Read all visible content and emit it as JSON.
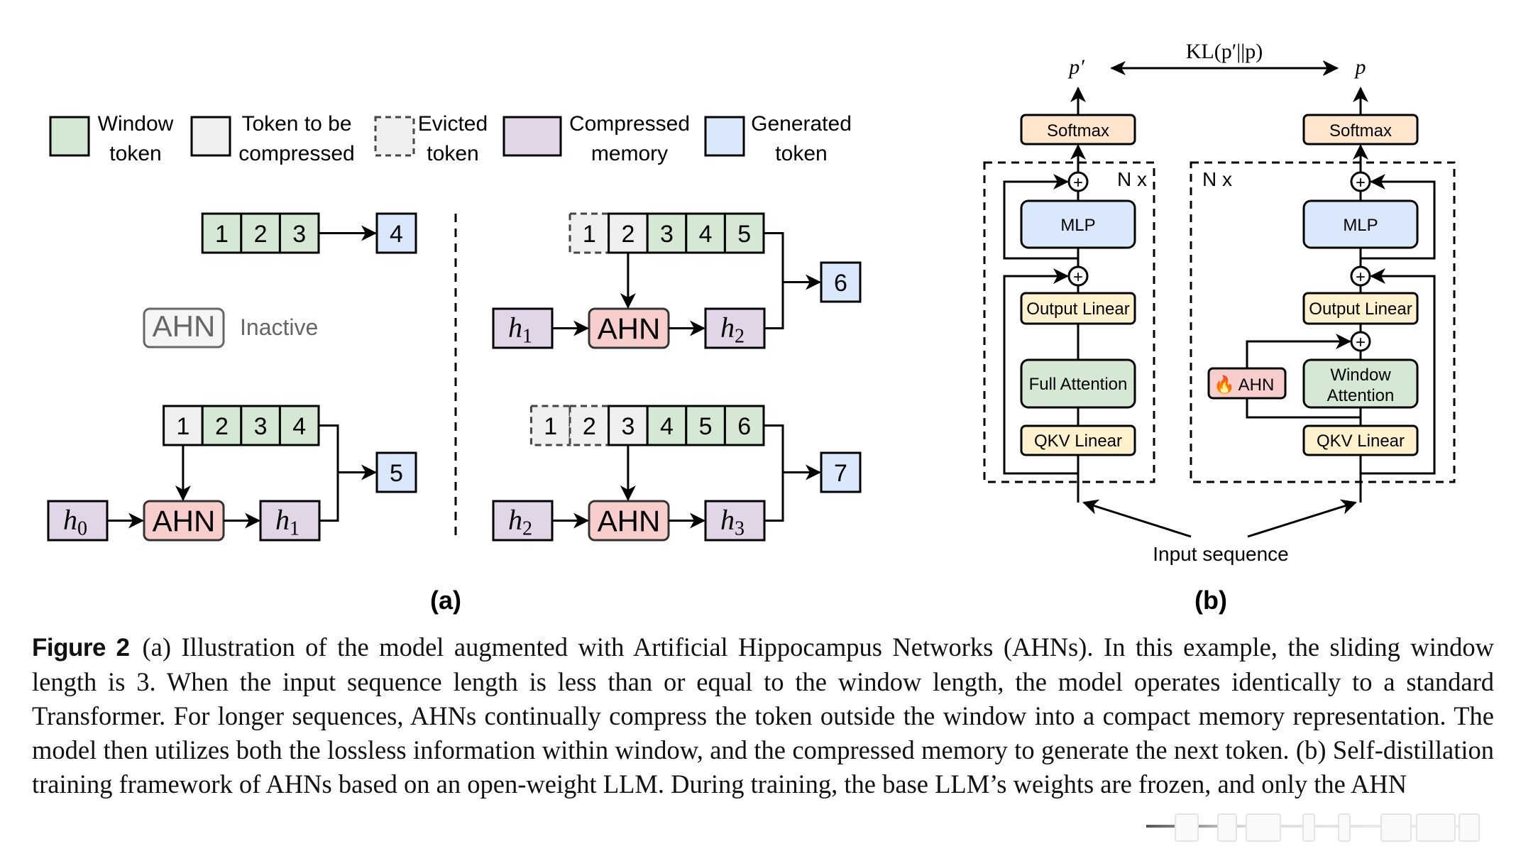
{
  "colors": {
    "window_token": "#d5e8d4",
    "token_to_compress": "#efefef",
    "evicted_token": "#efefef",
    "compressed_memory": "#e1d5e7",
    "generated_token": "#dae8fc",
    "ahn_active": "#f8cecc",
    "ahn_inactive": "#f5f5f5",
    "softmax": "#ffe6cc",
    "linear": "#fff2cc",
    "attention": "#d5e8d4",
    "mlp": "#dae8fc"
  },
  "legend": [
    {
      "key": "window",
      "line1": "Window",
      "line2": "token"
    },
    {
      "key": "compress",
      "line1": "Token to be",
      "line2": "compressed"
    },
    {
      "key": "evicted",
      "line1": "Evicted",
      "line2": "token"
    },
    {
      "key": "memory",
      "line1": "Compressed",
      "line2": "memory"
    },
    {
      "key": "generated",
      "line1": "Generated",
      "line2": "token"
    }
  ],
  "panel_a": {
    "label": "(a)",
    "inactive_ahn": {
      "box": "AHN",
      "status": "Inactive"
    },
    "examples": [
      {
        "tokens": [
          {
            "t": "1",
            "type": "window"
          },
          {
            "t": "2",
            "type": "window"
          },
          {
            "t": "3",
            "type": "window"
          }
        ],
        "output": "4",
        "memory_in": null,
        "memory_out": null
      },
      {
        "tokens": [
          {
            "t": "1",
            "type": "compress"
          },
          {
            "t": "2",
            "type": "window"
          },
          {
            "t": "3",
            "type": "window"
          },
          {
            "t": "4",
            "type": "window"
          }
        ],
        "output": "5",
        "memory_in": "h",
        "memory_in_sub": "0",
        "memory_out": "h",
        "memory_out_sub": "1",
        "ahn": "AHN"
      },
      {
        "tokens": [
          {
            "t": "1",
            "type": "evicted"
          },
          {
            "t": "2",
            "type": "compress"
          },
          {
            "t": "3",
            "type": "window"
          },
          {
            "t": "4",
            "type": "window"
          },
          {
            "t": "5",
            "type": "window"
          }
        ],
        "output": "6",
        "memory_in": "h",
        "memory_in_sub": "1",
        "memory_out": "h",
        "memory_out_sub": "2",
        "ahn": "AHN"
      },
      {
        "tokens": [
          {
            "t": "1",
            "type": "evicted"
          },
          {
            "t": "2",
            "type": "evicted"
          },
          {
            "t": "3",
            "type": "compress"
          },
          {
            "t": "4",
            "type": "window"
          },
          {
            "t": "5",
            "type": "window"
          },
          {
            "t": "6",
            "type": "window"
          }
        ],
        "output": "7",
        "memory_in": "h",
        "memory_in_sub": "2",
        "memory_out": "h",
        "memory_out_sub": "3",
        "ahn": "AHN"
      }
    ]
  },
  "panel_b": {
    "label": "(b)",
    "kl": "KL(p′||p)",
    "p_student": "p′",
    "p_teacher": "p",
    "softmax": "Softmax",
    "repeat": "N x",
    "mlp": "MLP",
    "output_linear": "Output Linear",
    "full_attention": "Full Attention",
    "window_attention_line1": "Window",
    "window_attention_line2": "Attention",
    "qkv_linear": "QKV Linear",
    "ahn": "AHN",
    "ahn_icon": "🔥",
    "plus": "+",
    "input": "Input sequence"
  },
  "caption": {
    "label": "Figure 2",
    "text": "(a) Illustration of the model augmented with Artificial Hippocampus Networks (AHNs). In this example, the sliding window length is 3. When the input sequence length is less than or equal to the window length, the model operates identically to a standard Transformer. For longer sequences, AHNs continually compress the token outside the window into a compact memory representation. The model then utilizes both the lossless information within window, and the compressed memory to generate the next token. (b) Self-distillation training framework of AHNs based on an open-weight LLM. During training, the base LLM’s weights are frozen, and only the AHN"
  }
}
